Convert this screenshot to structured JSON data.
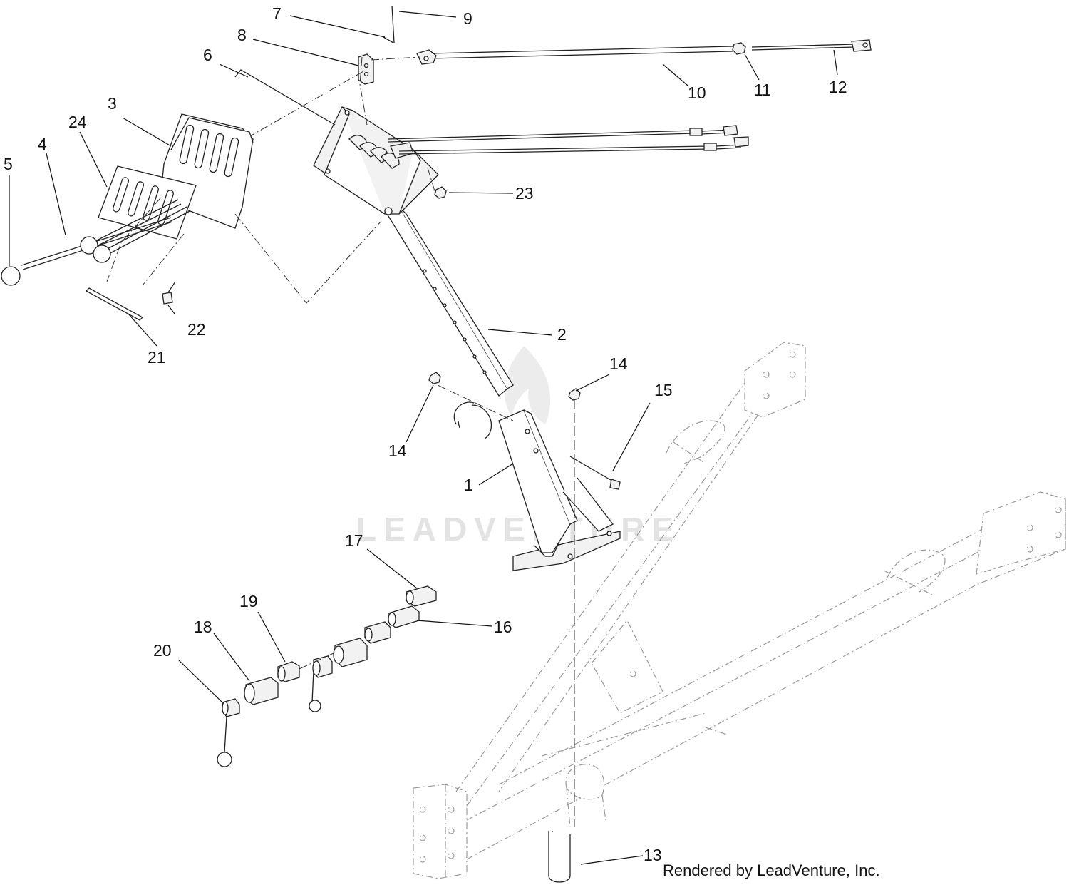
{
  "diagram": {
    "credit": "Rendered by LeadVenture, Inc.",
    "watermark": "LEADVENTURE",
    "callouts": [
      {
        "id": "c1",
        "label": "1"
      },
      {
        "id": "c2",
        "label": "2"
      },
      {
        "id": "c3",
        "label": "3"
      },
      {
        "id": "c4",
        "label": "4"
      },
      {
        "id": "c5",
        "label": "5"
      },
      {
        "id": "c6",
        "label": "6"
      },
      {
        "id": "c7",
        "label": "7"
      },
      {
        "id": "c8",
        "label": "8"
      },
      {
        "id": "c9",
        "label": "9"
      },
      {
        "id": "c10",
        "label": "10"
      },
      {
        "id": "c11",
        "label": "11"
      },
      {
        "id": "c12",
        "label": "12"
      },
      {
        "id": "c13",
        "label": "13"
      },
      {
        "id": "c14a",
        "label": "14"
      },
      {
        "id": "c14b",
        "label": "14"
      },
      {
        "id": "c15",
        "label": "15"
      },
      {
        "id": "c16",
        "label": "16"
      },
      {
        "id": "c17",
        "label": "17"
      },
      {
        "id": "c18",
        "label": "18"
      },
      {
        "id": "c19",
        "label": "19"
      },
      {
        "id": "c20",
        "label": "20"
      },
      {
        "id": "c21",
        "label": "21"
      },
      {
        "id": "c22",
        "label": "22"
      },
      {
        "id": "c23",
        "label": "23"
      },
      {
        "id": "c24",
        "label": "24"
      }
    ]
  }
}
